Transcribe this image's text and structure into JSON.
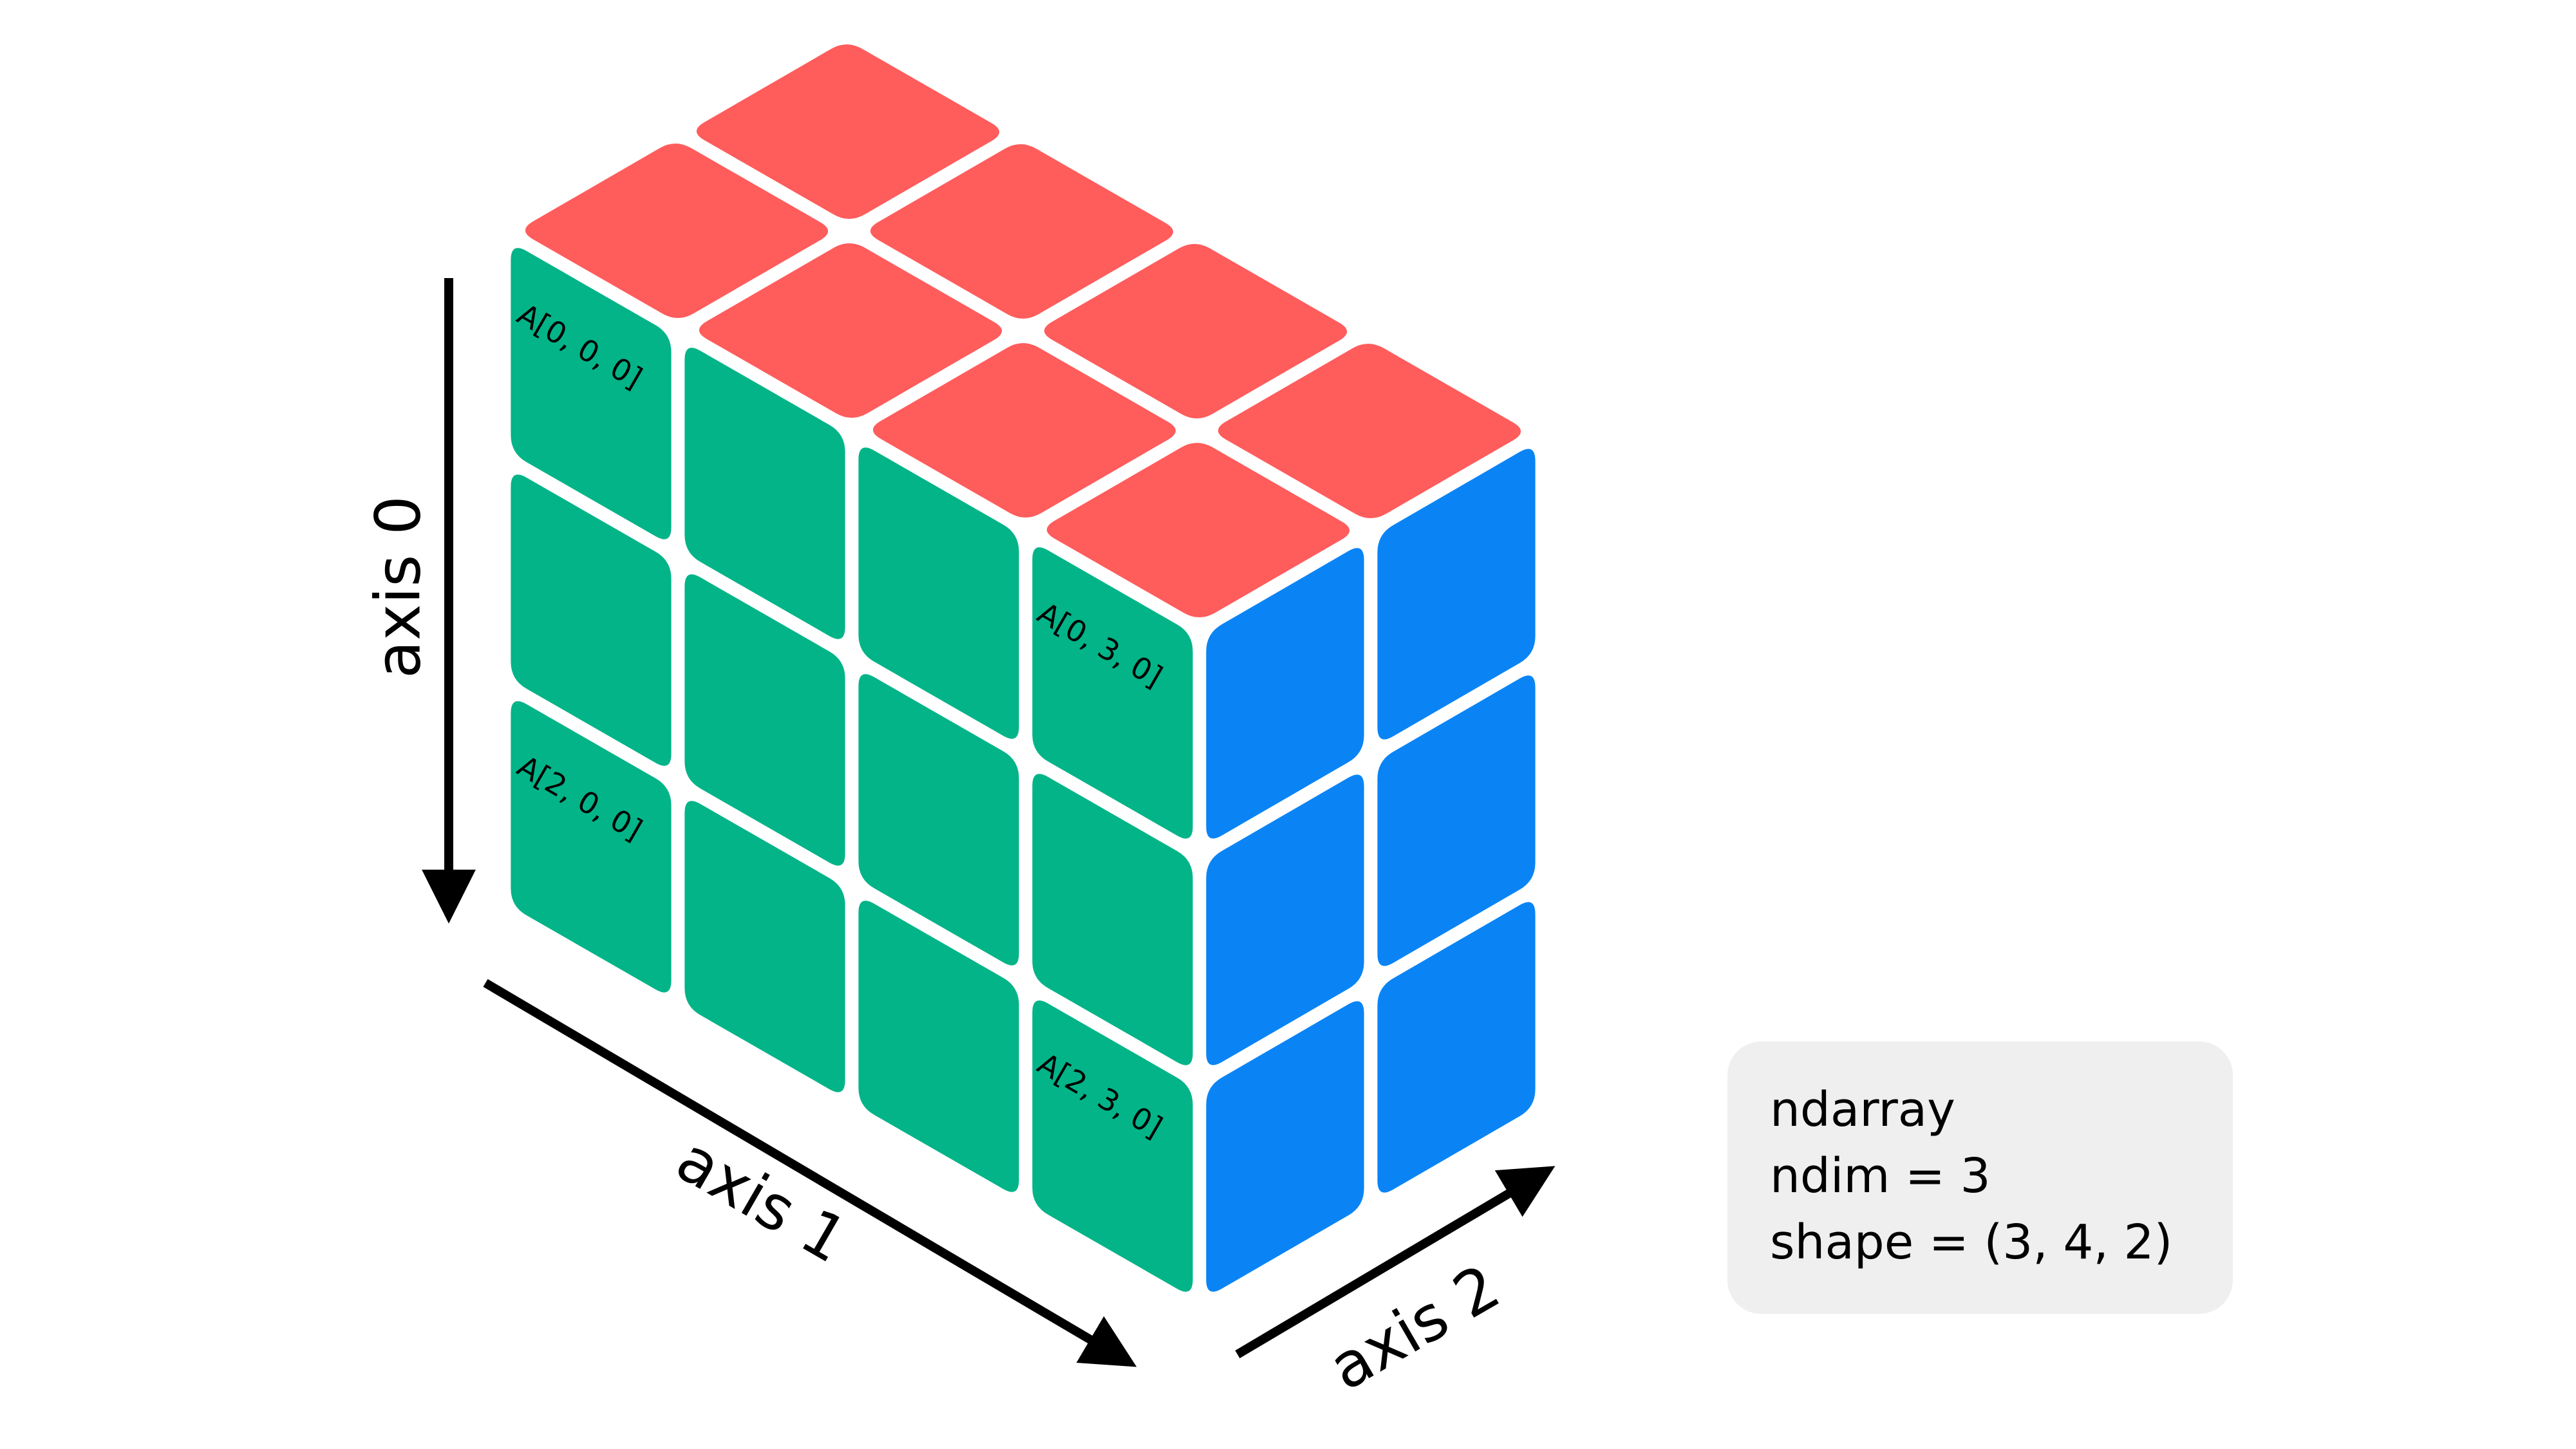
{
  "colors": {
    "top_face": "#ff5c5c",
    "front_face": "#02b488",
    "side_face": "#0a84f5",
    "arrows": "#000000",
    "info_box_bg": "#efefef"
  },
  "array_shape": [
    3,
    4,
    2
  ],
  "axes": {
    "axis0": "axis 0",
    "axis1": "axis 1",
    "axis2": "axis 2"
  },
  "cell_labels": {
    "a000": "A[0, 0, 0]",
    "a030": "A[0, 3, 0]",
    "a200": "A[2, 0, 0]",
    "a230": "A[2, 3, 0]"
  },
  "info": {
    "type": "ndarray",
    "ndim": "ndim = 3",
    "shape": "shape = (3, 4, 2)"
  }
}
